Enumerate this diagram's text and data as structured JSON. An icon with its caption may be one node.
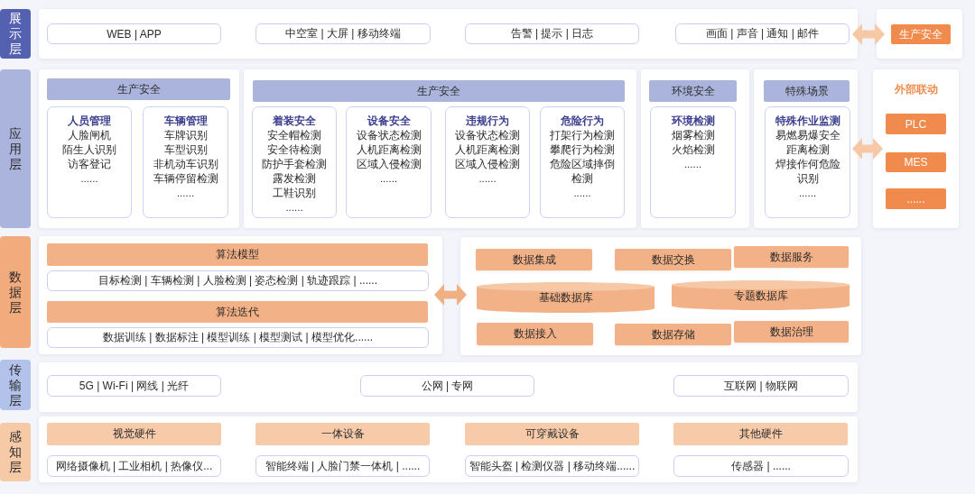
{
  "diagram": {
    "nodes": [
      {
        "text": [
          "展示层"
        ]
      },
      {
        "text": [],
        "shape": "box"
      },
      {
        "text": [
          "WEB | APP"
        ],
        "in": 1
      },
      {
        "text": [
          "中空室 | 大屏 | 移动终端"
        ],
        "in": 1
      },
      {
        "text": [
          "告警 | 提示 | 日志"
        ],
        "in": 1
      },
      {
        "text": [
          "画面 | 声音 | 通知 | 邮件"
        ],
        "in": 1
      },
      {
        "text": [],
        "shape": "box"
      },
      {
        "text": [
          "生产安全"
        ],
        "in": 6
      },
      {
        "text": [
          "应用层"
        ]
      },
      {
        "text": [],
        "shape": "box"
      },
      {
        "text": [
          "生产安全"
        ],
        "in": 9
      },
      {
        "text": [
          "人员管理",
          "人脸闸机",
          "陌生人识别",
          "访客登记",
          "......"
        ],
        "in": 9
      },
      {
        "text": [
          "车辆管理",
          "车牌识别",
          "车型识别",
          "非机动车识别",
          "车辆停留检测",
          "......"
        ],
        "in": 9
      },
      {
        "text": [],
        "shape": "box"
      },
      {
        "text": [
          "生产安全"
        ],
        "in": 13
      },
      {
        "text": [
          "着装安全",
          "安全帽检测",
          "安全待检测",
          "防护手套检测",
          "露发检测",
          "工鞋识别",
          "......"
        ],
        "in": 13
      },
      {
        "text": [
          "设备安全",
          "设备状态检测",
          "人机距离检测",
          "区域入侵检测",
          "......"
        ],
        "in": 13
      },
      {
        "text": [
          "违规行为",
          "设备状态检测",
          "人机距离检测",
          "区域入侵检测",
          "......"
        ],
        "in": 13
      },
      {
        "text": [
          "危险行为",
          "打架行为检测",
          "攀爬行为检测",
          "危险区域摔倒检测",
          "......"
        ],
        "in": 13
      },
      {
        "text": [],
        "shape": "box"
      },
      {
        "text": [
          "环境安全"
        ],
        "in": 19
      },
      {
        "text": [
          "环境检测",
          "烟雾检测",
          "火焰检测",
          "......"
        ],
        "in": 19
      },
      {
        "text": [],
        "shape": "box"
      },
      {
        "text": [
          "特殊场景"
        ],
        "in": 22
      },
      {
        "text": [
          "特殊作业监测",
          "易燃易爆安全距离检测",
          "焊接作何危险识别",
          "......"
        ],
        "in": 22
      },
      {
        "text": [
          "外部联动"
        ]
      },
      {
        "text": [
          "PLC"
        ],
        "in": 25
      },
      {
        "text": [
          "MES"
        ],
        "in": 25
      },
      {
        "text": [
          "......"
        ],
        "in": 25
      },
      {
        "text": [
          "数据层"
        ]
      },
      {
        "text": [],
        "shape": "box"
      },
      {
        "text": [
          "算法模型"
        ],
        "in": 30
      },
      {
        "text": [
          "目标检测 | 车辆检测 | 人脸检测 | 姿态检测 | 轨迹跟踪 | ......"
        ],
        "in": 30
      },
      {
        "text": [
          "算法迭代"
        ],
        "in": 30
      },
      {
        "text": [
          "数据训练 | 数据标注 | 模型训练 | 模型测试 | 模型优化......"
        ],
        "in": 30
      },
      {
        "text": [],
        "shape": "box"
      },
      {
        "text": [
          "数据集成"
        ],
        "in": 35
      },
      {
        "text": [
          "数据交换"
        ],
        "in": 35
      },
      {
        "text": [
          "数据服务"
        ],
        "in": 35
      },
      {
        "text": [
          "基础数据库"
        ],
        "in": 35
      },
      {
        "text": [
          "专题数据库"
        ],
        "in": 35
      },
      {
        "text": [
          "数据接入"
        ],
        "in": 35
      },
      {
        "text": [
          "数据存储"
        ],
        "in": 35
      },
      {
        "text": [
          "数据治理"
        ],
        "in": 35
      },
      {
        "text": [
          "传输层"
        ]
      },
      {
        "text": [],
        "shape": "box"
      },
      {
        "text": [
          "5G | Wi-Fi | 网线 | 光纤"
        ],
        "in": 45
      },
      {
        "text": [
          "公网 | 专网"
        ],
        "in": 45
      },
      {
        "text": [
          "互联网 | 物联网"
        ],
        "in": 45
      },
      {
        "text": [
          "感知层"
        ]
      },
      {
        "text": [],
        "shape": "box"
      },
      {
        "text": [
          "视觉硬件"
        ],
        "in": 50
      },
      {
        "text": [
          "一体设备"
        ],
        "in": 50
      },
      {
        "text": [
          "可穿戴设备"
        ],
        "in": 50
      },
      {
        "text": [
          "其他硬件"
        ],
        "in": 50
      },
      {
        "text": [
          "网络摄像机 | 工业相机 | 热像仪..."
        ],
        "in": 50
      },
      {
        "text": [
          "智能终端 | 人脸门禁一体机 | ......"
        ],
        "in": 50
      },
      {
        "text": [
          "智能头盔 | 检测仪器 | 移动终端......"
        ],
        "in": 50
      },
      {
        "text": [
          "传感器 | ......"
        ],
        "in": 50
      }
    ],
    "edges": [
      {
        "from": 1,
        "to": 6,
        "arrow": "both"
      },
      {
        "from": 22,
        "to": 25,
        "arrow": "both"
      },
      {
        "from": 30,
        "to": 35,
        "arrow": "both",
        "color": "#f1b083"
      }
    ]
  }
}
